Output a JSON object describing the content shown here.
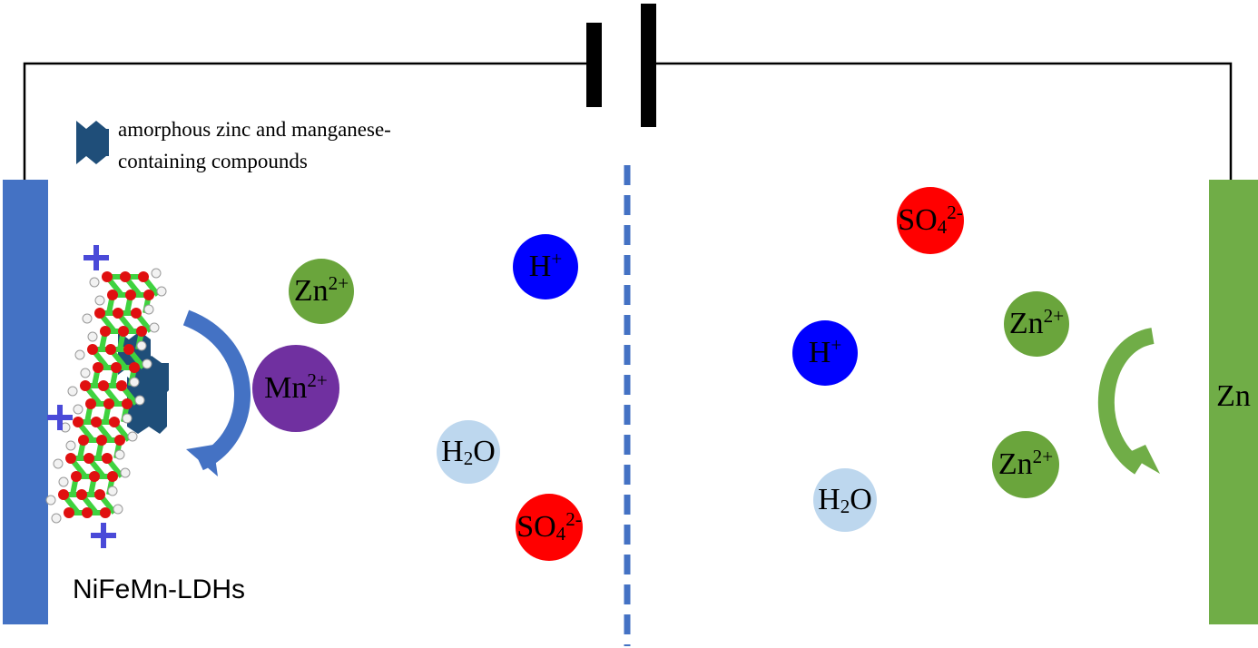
{
  "legend": {
    "line1": "amorphous zinc and manganese-",
    "line2": "containing compounds"
  },
  "labels": {
    "cathode": "NiFeMn-LDHs",
    "anode": "Zn"
  },
  "ions": {
    "zn": {
      "base": "Zn",
      "charge": "2+"
    },
    "mn": {
      "base": "Mn",
      "charge": "2+"
    },
    "h": {
      "base": "H",
      "charge": "+"
    },
    "h2o": {
      "h": "H",
      "sub": "2",
      "o": "O"
    },
    "so4": {
      "base": "SO",
      "sub": "4",
      "charge": "2-"
    }
  },
  "colors": {
    "cathode_electrode": "#4472c4",
    "anode_electrode": "#70ad47",
    "zn_ion": "#6aa53c",
    "mn_ion": "#7030a0",
    "h_ion": "#0000ff",
    "h2o": "#bdd7ee",
    "so4_ion": "#ff0000",
    "separator": "#4472c4",
    "compound_icon": "#1f4e79",
    "arrow_left": "#4472c4",
    "arrow_right": "#70ad47"
  },
  "icons": {
    "legend_icon": "amorphous-compound-icon",
    "structure": "ldh-crystal-structure-icon",
    "battery": "battery-symbol-icon"
  }
}
